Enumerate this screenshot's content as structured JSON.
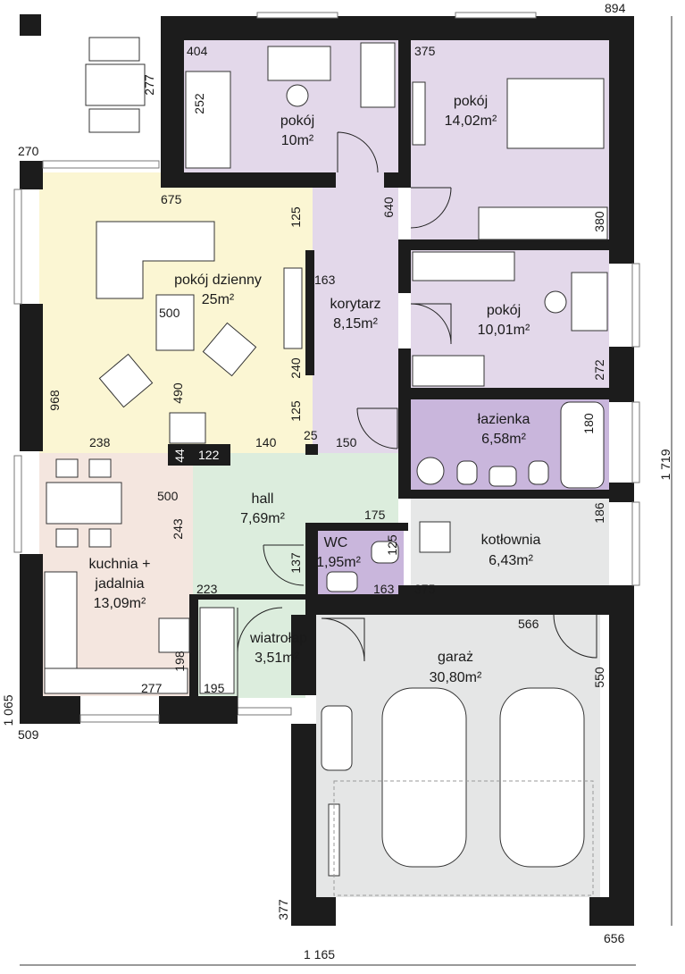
{
  "colors": {
    "wall": "#1c1c1c",
    "bedroom": "#e3d8ea",
    "living": "#fbf6d3",
    "kitchen": "#f4e6df",
    "hall": "#dceddd",
    "bathroom": "#c9b6dc",
    "boiler": "#e6e7e7",
    "garage": "#e5e6e6",
    "wc": "#c9b6dc"
  },
  "rooms": {
    "room1": {
      "name": "pokój",
      "area": "10m²"
    },
    "room2": {
      "name": "pokój",
      "area": "14,02m²"
    },
    "room3": {
      "name": "pokój",
      "area": "10,01m²"
    },
    "living": {
      "name": "pokój dzienny",
      "area": "25m²"
    },
    "corridor": {
      "name": "korytarz",
      "area": "8,15m²"
    },
    "bathroom": {
      "name": "łazienka",
      "area": "6,58m²"
    },
    "kitchen": {
      "name": "kuchnia +",
      "name2": "jadalnia",
      "area": "13,09m²"
    },
    "hall": {
      "name": "hall",
      "area": "7,69m²"
    },
    "wc": {
      "name": "WC",
      "area": "1,95m²"
    },
    "boiler": {
      "name": "kotłownia",
      "area": "6,43m²"
    },
    "vestibule": {
      "name": "wiatrołap",
      "area": "3,51m²"
    },
    "garage": {
      "name": "garaż",
      "area": "30,80m²"
    }
  },
  "dims": {
    "d894": "894",
    "d404": "404",
    "d252": "252",
    "d277a": "277",
    "d375a": "375",
    "d270": "270",
    "d675": "675",
    "d640": "640",
    "d125a": "125",
    "d163a": "163",
    "d380": "380",
    "d500a": "500",
    "d968": "968",
    "d240": "240",
    "d490": "490",
    "d125b": "125",
    "d272": "272",
    "d238": "238",
    "d140": "140",
    "d25": "25",
    "d150": "150",
    "d180": "180",
    "d44": "44",
    "d122": "122",
    "d1719": "1 719",
    "d500b": "500",
    "d243": "243",
    "d175": "175",
    "d186": "186",
    "d137": "137",
    "d125c": "125",
    "d163b": "163",
    "d375b": "375",
    "d223": "223",
    "d566": "566",
    "d198": "198",
    "d195": "195",
    "d277b": "277",
    "d550": "550",
    "d1065": "1 065",
    "d509": "509",
    "d377": "377",
    "d656": "656",
    "d1165": "1 165"
  }
}
